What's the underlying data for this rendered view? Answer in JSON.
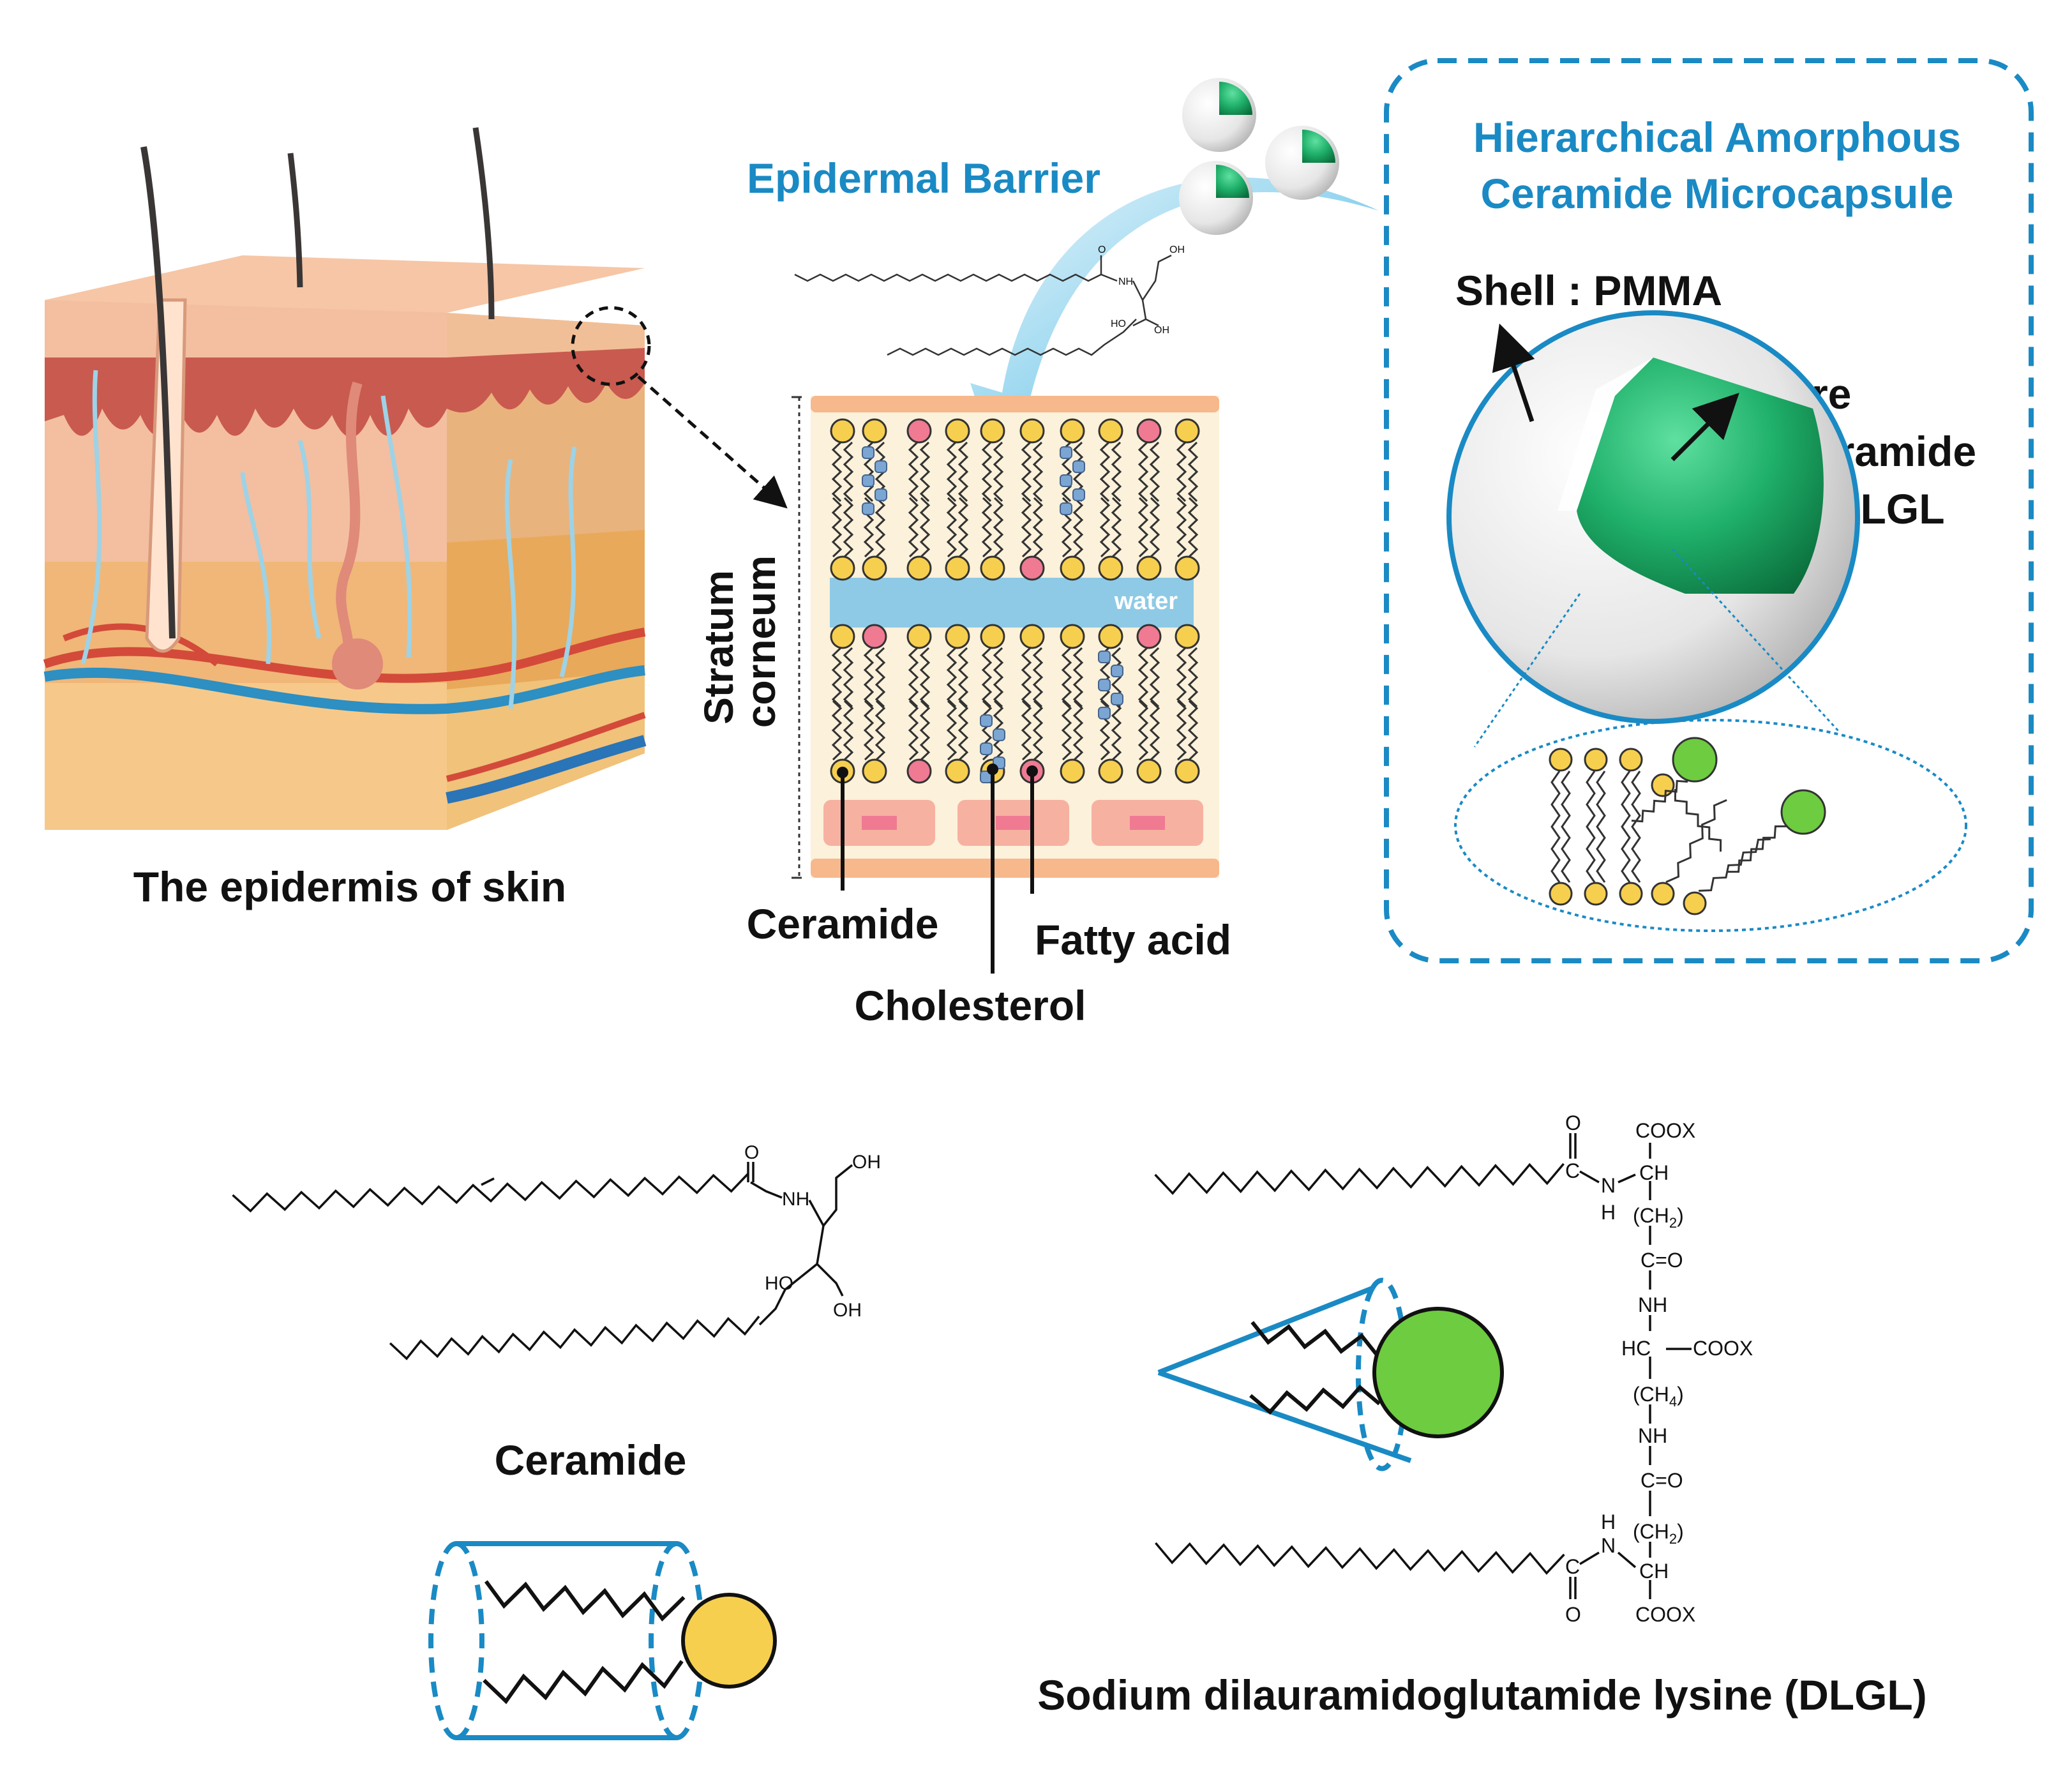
{
  "skin": {
    "caption": "The epidermis of skin"
  },
  "barrier": {
    "title": "Epidermal Barrier",
    "stratum_label_line1": "Stratum",
    "stratum_label_line2": "corneum",
    "water_label": "water",
    "legend": {
      "ceramide": "Ceramide",
      "cholesterol": "Cholesterol",
      "fatty_acid": "Fatty acid"
    }
  },
  "microcapsule": {
    "title_line1": "Hierarchical Amorphous",
    "title_line2": "Ceramide Microcapsule",
    "shell_label": "Shell : PMMA",
    "core_line1": "Core",
    "core_line2": ": Ceramide",
    "core_line3": "+ DLGL"
  },
  "ceramide_structure": {
    "name": "Ceramide",
    "atoms": {
      "nh": "NH",
      "o": "O",
      "oh_top": "OH",
      "ho_left": "HO",
      "oh_right": "OH"
    }
  },
  "dlgl_structure": {
    "name": "Sodium dilauramidoglutamide lysine (DLGL)",
    "atoms": {
      "o_top": "O",
      "cooX_1": "COOX",
      "c_1": "C",
      "n_1": "N",
      "ch_1": "CH",
      "h_1": "H",
      "ch2_2a": "(CH",
      "sub_2a": "2",
      "close_2a": ")",
      "c_eq_o_1": "C",
      "eq_o_1": "=O",
      "nh_1": "NH",
      "hc": "HC",
      "cooX_2": "COOX",
      "ch2_4": "(CH",
      "sub_4": "4",
      "close_4": ")",
      "nh_2": "NH",
      "c_eq_o_2": "C",
      "eq_o_2": "=O",
      "h_2": "H",
      "n_2": "N",
      "ch2_2b": "(CH",
      "sub_2b": "2",
      "close_2b": ")",
      "c_2": "C",
      "ch_2": "CH",
      "o_bottom": "O",
      "cooX_3": "COOX"
    }
  },
  "colors": {
    "accent_blue": "#1a8ac4",
    "ceramide_head": "#f7cf4f",
    "fatty_acid_head": "#ef7a92",
    "cholesterol": "#7ba6d4",
    "dlgl_head": "#6dcc3f",
    "water": "#8ecae6"
  }
}
